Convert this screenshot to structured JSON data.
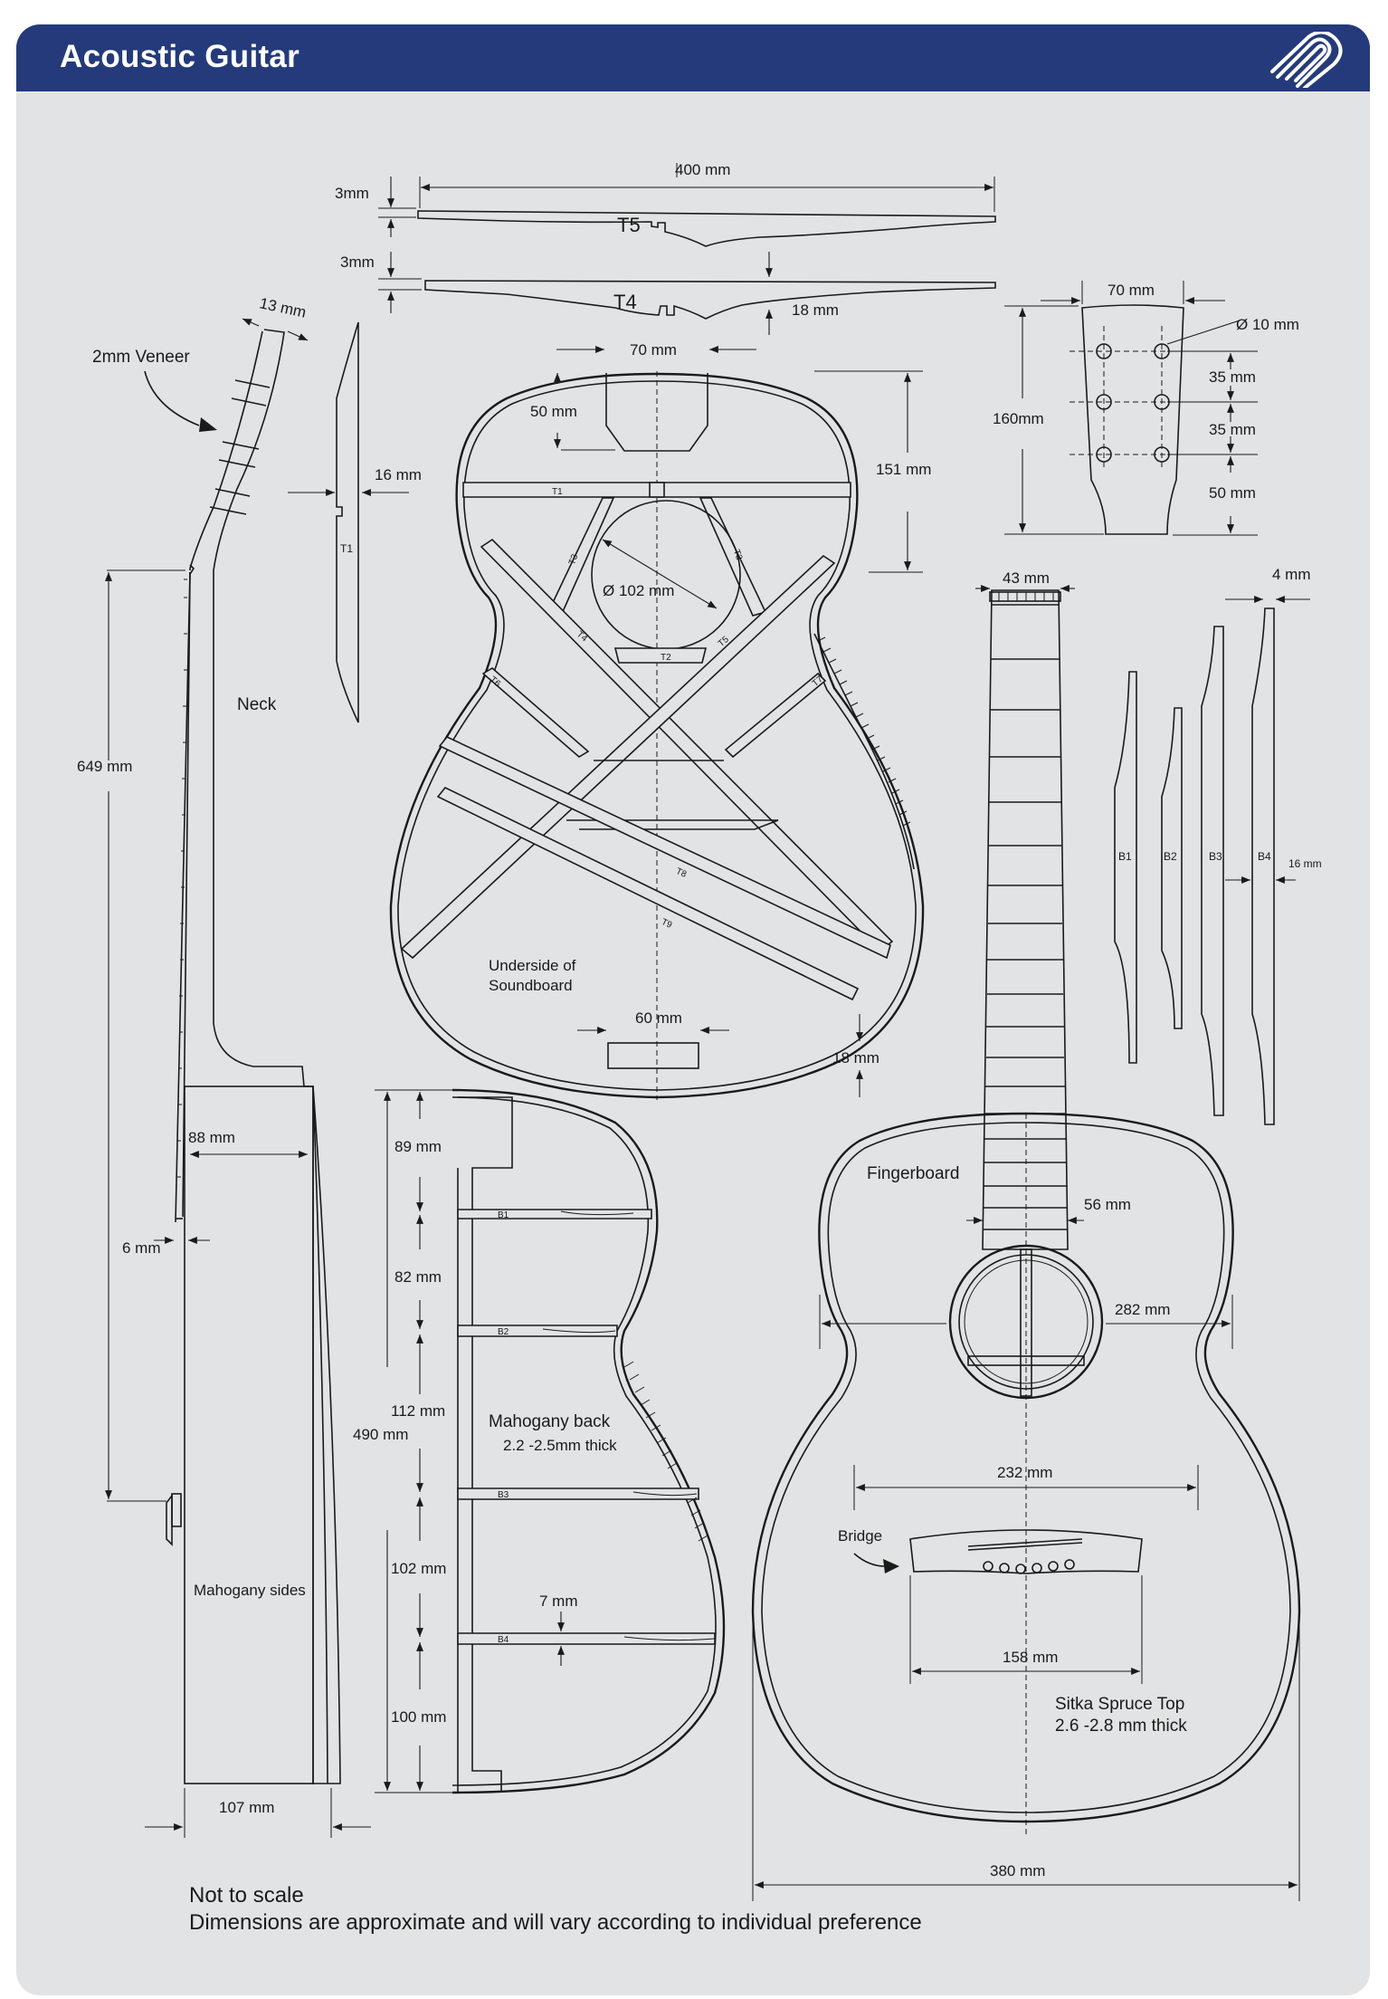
{
  "header": {
    "title": "Acoustic Guitar",
    "icon": "paperclip-icon"
  },
  "colors": {
    "header_bg": "#243a7a",
    "sheet_bg": "#e2e3e4",
    "line": "#1a1a1a"
  },
  "braces": {
    "t5": {
      "label": "T5",
      "length": "400 mm",
      "thickness": "3mm"
    },
    "t4": {
      "label": "T4",
      "thickness": "3mm",
      "height": "18 mm"
    }
  },
  "neck_side": {
    "veneer": "2mm Veneer",
    "head_thickness": "13 mm",
    "label": "Neck",
    "scale": "649 mm",
    "sides_label": "Mahogany sides",
    "depth_top": "88 mm",
    "fb_thickness": "6 mm",
    "depth_bottom": "107 mm"
  },
  "t1_brace": {
    "label": "T1",
    "width": "16 mm"
  },
  "soundboard": {
    "title_line1": "Underside of",
    "title_line2": "Soundboard",
    "plate_width": "70 mm",
    "plate_height": "50 mm",
    "upper_height": "151 mm",
    "hole": "Ø 102 mm",
    "tail_width": "60 mm",
    "tail_height": "18 mm",
    "brace_labels": [
      "T1",
      "T2",
      "T3",
      "T3",
      "T4",
      "T5",
      "T6",
      "T7",
      "T8",
      "T9"
    ]
  },
  "headstock": {
    "width": "70 mm",
    "hole": "Ø 10 mm",
    "spacing1": "35 mm",
    "spacing2": "35 mm",
    "bottom": "50 mm",
    "height": "160mm"
  },
  "back_braces": {
    "labels": [
      "B1",
      "B2",
      "B3",
      "B4"
    ],
    "thickness": "4 mm",
    "height": "16 mm"
  },
  "back": {
    "title_line1": "Mahogany back",
    "title_line2": "2.2 -2.5mm thick",
    "seg1": "89 mm",
    "seg2": "82 mm",
    "seg3": "112 mm",
    "seg4": "102 mm",
    "seg5": "100 mm",
    "total": "490 mm",
    "brace_gap": "7 mm",
    "brace_labels": [
      "B1",
      "B2",
      "B3",
      "B4"
    ]
  },
  "top": {
    "nut_width": "43 mm",
    "fingerboard": "Fingerboard",
    "fb_width": "56 mm",
    "upper_bout": "282 mm",
    "waist": "232 mm",
    "bridge": "Bridge",
    "bridge_width": "158 mm",
    "wood_line1": "Sitka Spruce Top",
    "wood_line2": "2.6 -2.8 mm thick",
    "lower_bout": "380 mm"
  },
  "footer": {
    "line1": "Not to scale",
    "line2": "Dimensions are approximate and will vary according to individual preference"
  }
}
